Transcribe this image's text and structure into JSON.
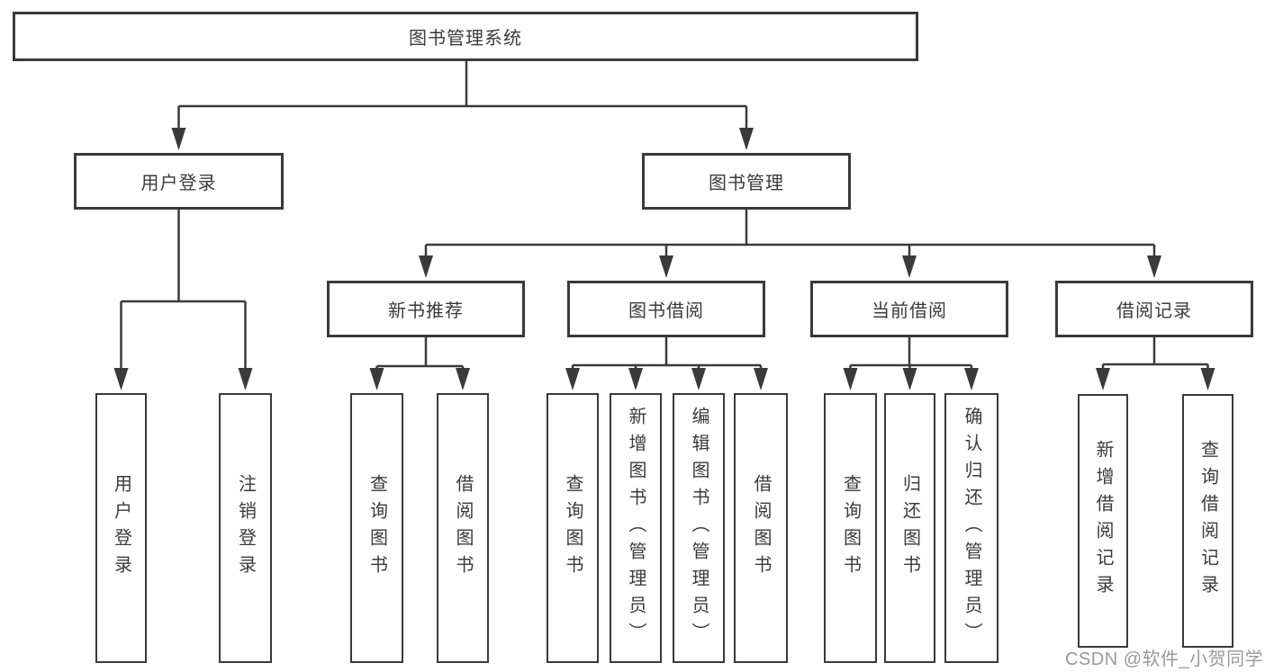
{
  "diagram": {
    "root": {
      "label": "图书管理系统"
    },
    "level2": [
      {
        "label": "用户登录",
        "parent": "图书管理系统"
      },
      {
        "label": "图书管理",
        "parent": "图书管理系统"
      }
    ],
    "level3": [
      {
        "label": "新书推荐",
        "parent": "图书管理"
      },
      {
        "label": "图书借阅",
        "parent": "图书管理"
      },
      {
        "label": "当前借阅",
        "parent": "图书管理"
      },
      {
        "label": "借阅记录",
        "parent": "图书管理"
      }
    ],
    "leaves": [
      {
        "label": "用户登录",
        "parent": "用户登录"
      },
      {
        "label": "注销登录",
        "parent": "用户登录"
      },
      {
        "label": "查询图书",
        "parent": "新书推荐"
      },
      {
        "label": "借阅图书",
        "parent": "新书推荐"
      },
      {
        "label": "查询图书",
        "parent": "图书借阅"
      },
      {
        "label": "新增图书（管理员）",
        "parent": "图书借阅"
      },
      {
        "label": "编辑图书（管理员）",
        "parent": "图书借阅"
      },
      {
        "label": "借阅图书",
        "parent": "图书借阅"
      },
      {
        "label": "查询图书",
        "parent": "当前借阅"
      },
      {
        "label": "归还图书",
        "parent": "当前借阅"
      },
      {
        "label": "确认归还（管理员）",
        "parent": "当前借阅"
      },
      {
        "label": "新增借阅记录",
        "parent": "借阅记录"
      },
      {
        "label": "查询借阅记录",
        "parent": "借阅记录"
      }
    ]
  },
  "watermark": {
    "text": "CSDN @软件_小贺同学"
  },
  "colors": {
    "background": "#ffffff",
    "line": "#3a3a3a",
    "box_border": "#3a3a3a",
    "text": "#3b3b3b",
    "watermark": "#98999b"
  }
}
